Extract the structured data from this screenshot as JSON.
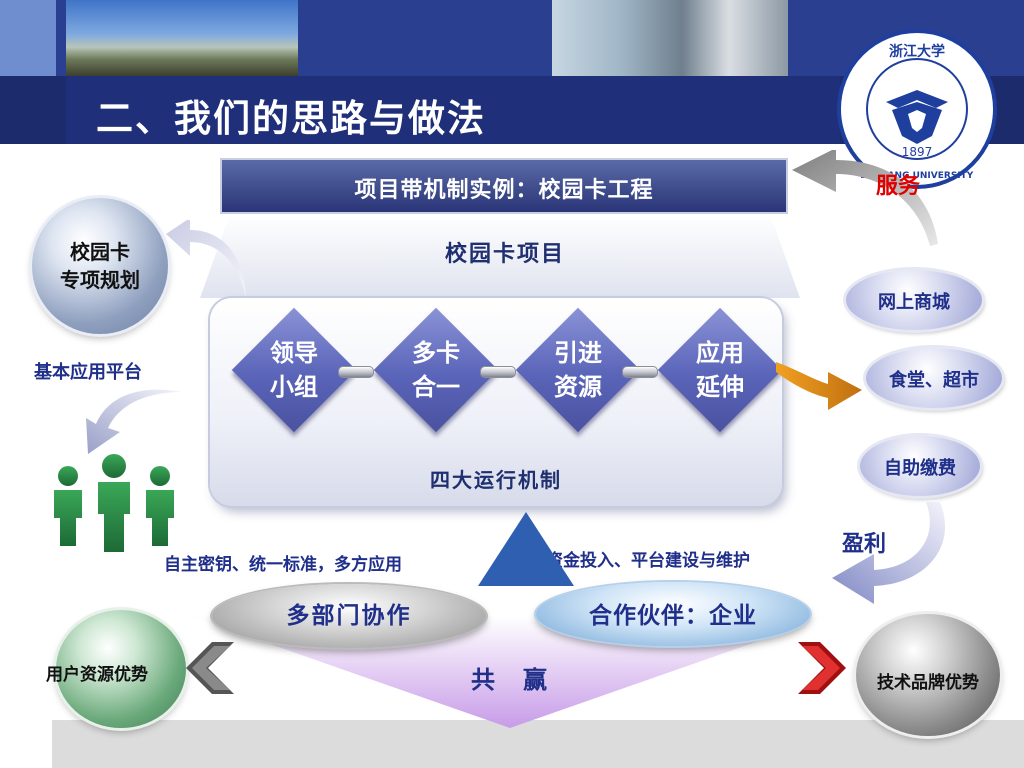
{
  "title": "二、我们的思路与做法",
  "logo": {
    "chinese": "浙江大学",
    "english": "ZHEJIANG UNIVERSITY",
    "year": "1897"
  },
  "header": "项目带机制实例：校园卡工程",
  "project_label": "校园卡项目",
  "mechanisms": [
    {
      "line1": "领导",
      "line2": "小组"
    },
    {
      "line1": "多卡",
      "line2": "合一"
    },
    {
      "line1": "引进",
      "line2": "资源"
    },
    {
      "line1": "应用",
      "line2": "延伸"
    }
  ],
  "mechanism_label": "四大运行机制",
  "left": {
    "plan_line1": "校园卡",
    "plan_line2": "专项规划",
    "basic_platform": "基本应用平台",
    "user_advantage": "用户资源优势"
  },
  "right": {
    "service": "服务",
    "applications": [
      "网上商城",
      "食堂、超市",
      "自助缴费"
    ],
    "profit": "盈利",
    "tech_advantage": "技术品牌优势"
  },
  "captions": {
    "left": "自主密钥、统一标准，多方应用",
    "right": "资金投入、平台建设与维护"
  },
  "bottom": {
    "multi_dept": "多部门协作",
    "partner": "合作伙伴：企业",
    "winwin": "共　赢"
  },
  "colors": {
    "primary": "#1f2f7a",
    "accent_red": "#e00000",
    "diamond": "#5a64b8"
  }
}
